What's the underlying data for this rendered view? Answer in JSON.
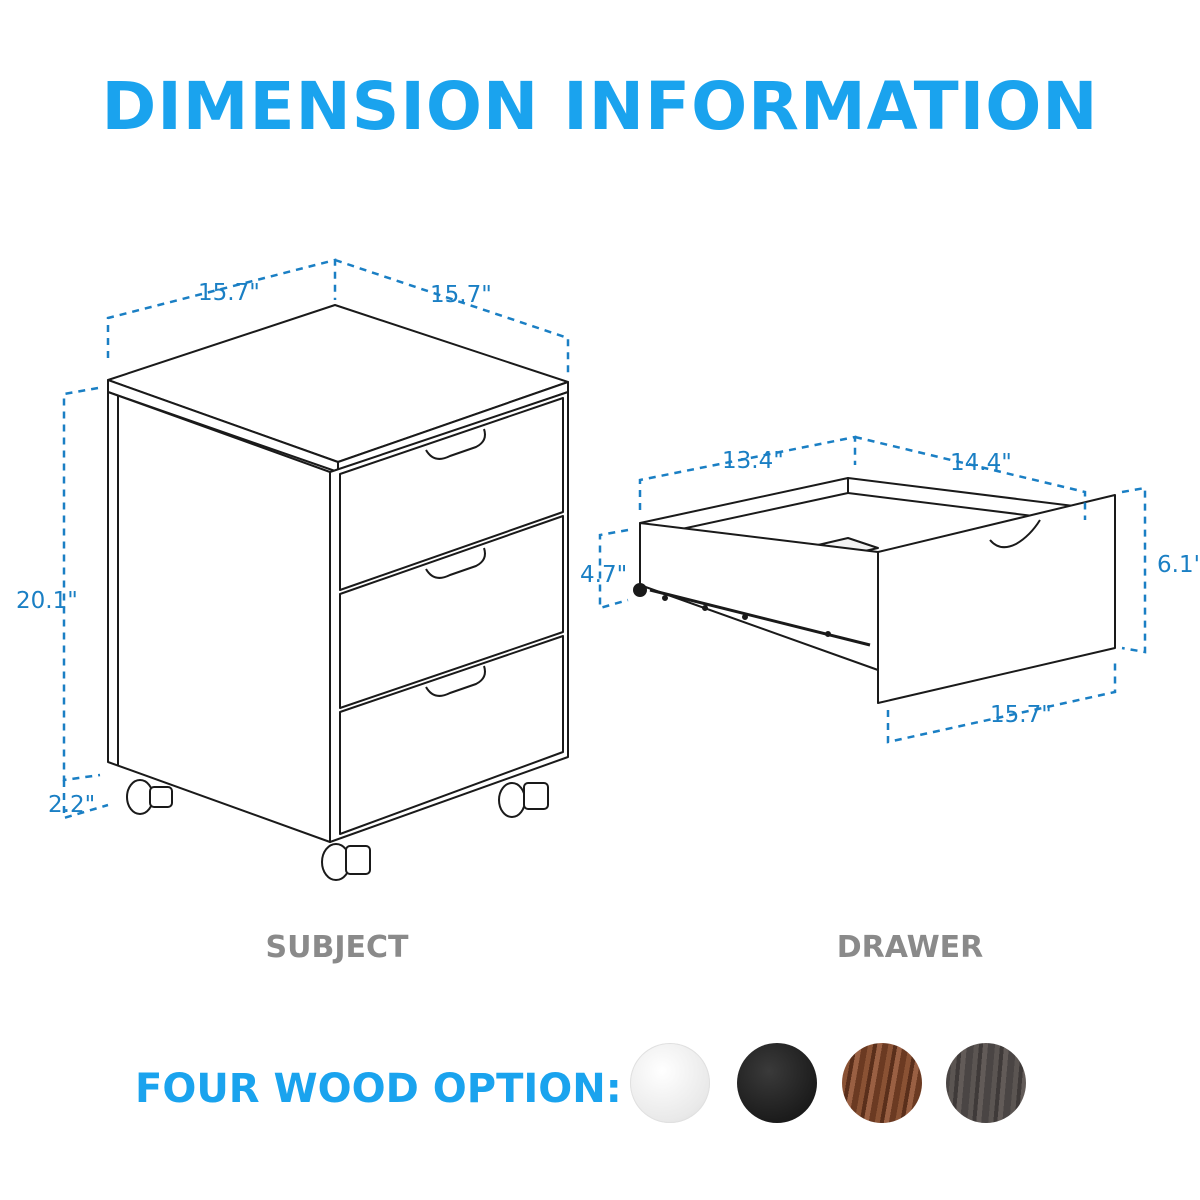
{
  "title": "DIMENSION INFORMATION",
  "subject": {
    "caption": "SUBJECT",
    "depth": "15.7\"",
    "width": "15.7\"",
    "height": "20.1\"",
    "wheel_height": "2.2\""
  },
  "drawer": {
    "caption": "DRAWER",
    "inner_width": "13.4\"",
    "inner_depth": "14.4\"",
    "inner_height": "4.7\"",
    "front_height": "6.1\"",
    "front_width": "15.7\""
  },
  "options": {
    "label": "FOUR WOOD OPTION:",
    "swatches": [
      {
        "name": "white",
        "color": "#f2f2f2"
      },
      {
        "name": "black",
        "color": "#1c1c1c"
      },
      {
        "name": "walnut",
        "color": "#7a4229"
      },
      {
        "name": "grey",
        "color": "#4d4846"
      }
    ]
  },
  "colors": {
    "accent": "#1aa3ee",
    "dimension": "#1a7fc4",
    "caption": "#8a8a8a"
  }
}
